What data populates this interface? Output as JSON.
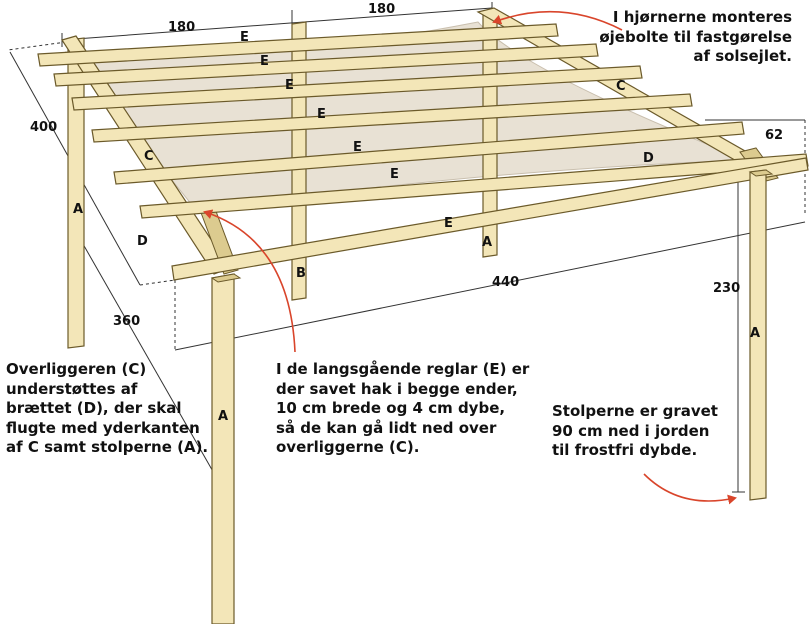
{
  "dimensions": {
    "top_left": "180",
    "top_right": "180",
    "depth": "400",
    "d_offset": "62",
    "length": "440",
    "post_width": "360",
    "post_height": "230"
  },
  "part_labels": {
    "rafter": "E",
    "beam": "C",
    "support": "D",
    "post": "A",
    "middle_post": "B"
  },
  "notes": {
    "top_right": [
      "I hjørnerne monteres",
      "øjebolte til fastgørelse",
      "af solsejlet."
    ],
    "left": [
      "Overliggeren (C)",
      "understøttes af",
      "brættet (D), der skal",
      "flugte med yderkanten",
      "af C samt stolperne (A)."
    ],
    "middle": [
      "I de langsgående reglar (E) er",
      "der savet hak i begge ender,",
      "10 cm brede og 4 cm dybe,",
      "så de kan gå lidt ned over",
      "overliggerne (C)."
    ],
    "right": [
      "Stolperne er gravet",
      "90 cm ned i jorden",
      "til frostfri dybde."
    ]
  },
  "colors": {
    "wood": "#f3e6b8",
    "wood_dark": "#dccb8f",
    "outline": "#6b5a2a",
    "sail": "#e8e1d4",
    "arrow": "#d9452b"
  }
}
